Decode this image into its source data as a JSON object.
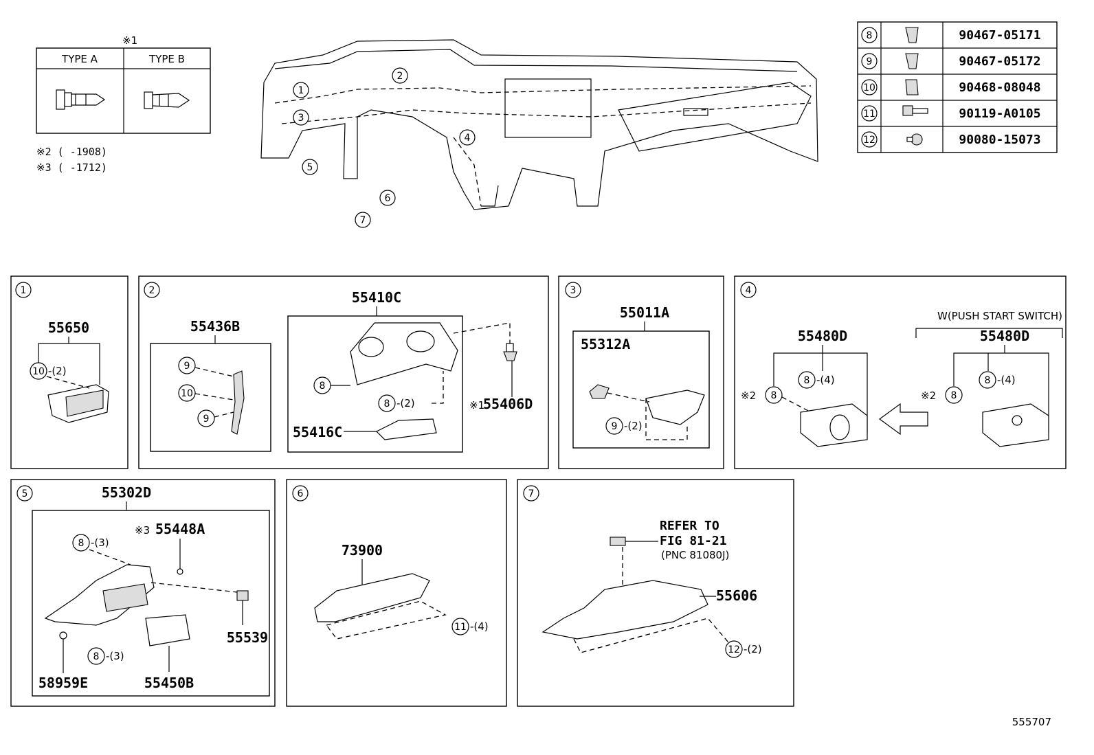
{
  "legend": {
    "ref_mark": "※1",
    "type_a": "TYPE A",
    "type_b": "TYPE B",
    "note2": "※2 (    -1908)",
    "note3": "※3 (    -1712)"
  },
  "fastener_table": [
    {
      "num": "8",
      "part": "90467-05171",
      "icon": "clip-icon"
    },
    {
      "num": "9",
      "part": "90467-05172",
      "icon": "clip-icon"
    },
    {
      "num": "10",
      "part": "90468-08048",
      "icon": "clip-icon"
    },
    {
      "num": "11",
      "part": "90119-A0105",
      "icon": "bolt-icon"
    },
    {
      "num": "12",
      "part": "90080-15073",
      "icon": "screw-icon"
    }
  ],
  "overview_callouts": [
    "1",
    "2",
    "3",
    "4",
    "5",
    "6",
    "7"
  ],
  "panels": {
    "p1": {
      "num": "1",
      "part": "55650",
      "fastener": "10",
      "qty": "-(2)"
    },
    "p2": {
      "num": "2",
      "part_a": "55436B",
      "clip_a1": "9",
      "clip_a2": "10",
      "clip_a3": "9",
      "part_b": "55410C",
      "clip_b1": "8",
      "clip_b2": "8",
      "qty_b2": "-(2)",
      "part_c": "55416C",
      "part_d": "55406D",
      "mark_d": "※1"
    },
    "p3": {
      "num": "3",
      "part": "55011A",
      "sub": "55312A",
      "clip": "9",
      "qty": "-(2)"
    },
    "p4": {
      "num": "4",
      "condition": "W(PUSH START SWITCH)",
      "part_l": "55480D",
      "part_r": "55480D",
      "mark": "※2",
      "clip": "8",
      "qty": "-(4)"
    },
    "p5": {
      "num": "5",
      "part": "55302D",
      "sub1": "55448A",
      "mark3": "※3",
      "clip": "8",
      "qty": "-(3)",
      "sub2": "55539",
      "sub3": "58959E",
      "sub4": "55450B"
    },
    "p6": {
      "num": "6",
      "part": "73900",
      "fastener": "11",
      "qty": "-(4)"
    },
    "p7": {
      "num": "7",
      "refer1": "REFER TO",
      "refer2": "FIG 81-21",
      "refer3": "(PNC 81080J)",
      "part": "55606",
      "fastener": "12",
      "qty": "-(2)"
    }
  },
  "diagram_code": "555707"
}
